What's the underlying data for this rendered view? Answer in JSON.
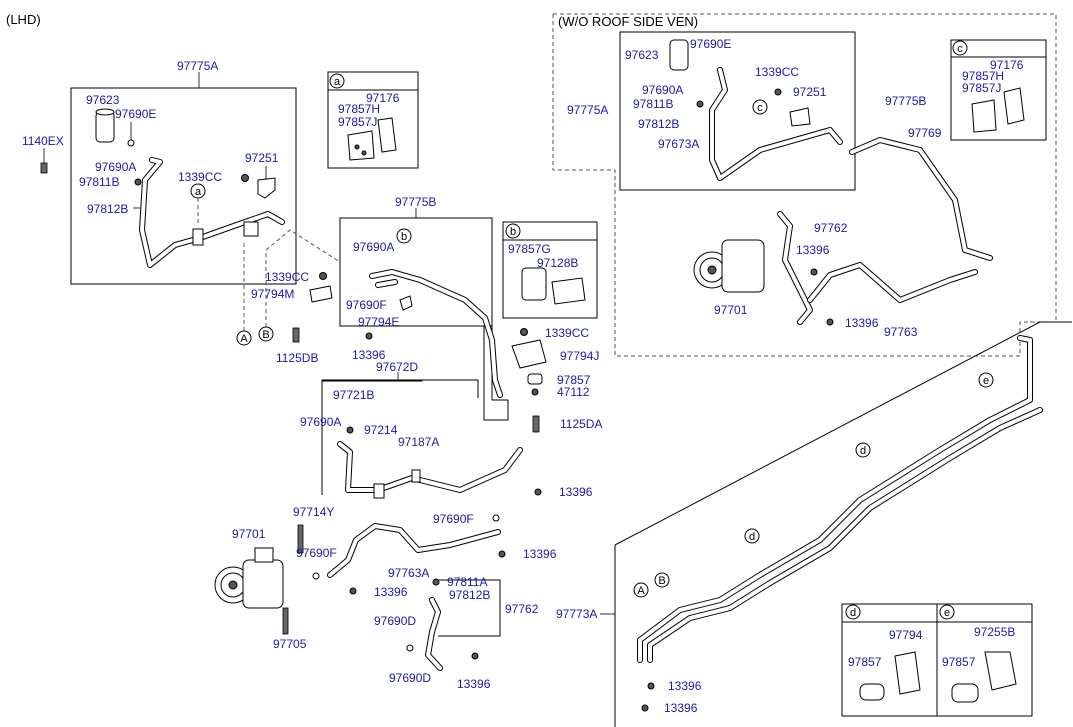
{
  "header": {
    "lhd": "(LHD)",
    "wo_roof": "(W/O ROOF SIDE VEN)"
  },
  "callouts": {
    "a": "a",
    "b": "b",
    "c": "c",
    "d": "d",
    "e": "e",
    "A": "A",
    "B": "B"
  },
  "labels": {
    "p97775A_left": "97775A",
    "p97623_left": "97623",
    "p97690E_left": "97690E",
    "p1140EX": "1140EX",
    "p97690A_left": "97690A",
    "p97811B_left": "97811B",
    "p97812B_left": "97812B",
    "p1339CC_top": "1339CC",
    "p97251_left": "97251",
    "p97176_a": "97176",
    "p97857H_a": "97857H",
    "p97857J_a": "97857J",
    "p97775B_mid": "97775B",
    "p97690A_mid": "97690A",
    "p97690F_mid": "97690F",
    "p97794E": "97794E",
    "p97857G": "97857G",
    "p97128B": "97128B",
    "p1339CC_left": "1339CC",
    "p97794M": "97794M",
    "p1125DB": "1125DB",
    "p13396_mid": "13396",
    "p1339CC_right": "1339CC",
    "p97794J": "97794J",
    "p97857_mid": "97857",
    "p47112": "47112",
    "p1125DA": "1125DA",
    "p97672D": "97672D",
    "p97721B": "97721B",
    "p97690A_low": "97690A",
    "p97214": "97214",
    "p97187A": "97187A",
    "p13396_r1": "13396",
    "p97690F_low": "97690F",
    "p13396_r2": "13396",
    "p97701_left": "97701",
    "p97714Y": "97714Y",
    "p97690F_comp": "97690F",
    "p97763A": "97763A",
    "p13396_comp": "13396",
    "p97811A": "97811A",
    "p97812B_low": "97812B",
    "p97762_left": "97762",
    "p97690D_1": "97690D",
    "p97705": "97705",
    "p97690D_2": "97690D",
    "p13396_bot": "13396",
    "p97623_right": "97623",
    "p97690E_right": "97690E",
    "p97775A_right": "97775A",
    "p1339CC_ins": "1339CC",
    "p97251_right": "97251",
    "p97690A_right": "97690A",
    "p97811B_right": "97811B",
    "p97812B_right": "97812B",
    "p97673A": "97673A",
    "p97176_c": "97176",
    "p97857H_c": "97857H",
    "p97857J_c": "97857J",
    "p97775B_right": "97775B",
    "p97769": "97769",
    "p97762_right": "97762",
    "p13396_ins1": "13396",
    "p97701_right": "97701",
    "p13396_ins2": "13396",
    "p97763": "97763",
    "p97773A": "97773A",
    "p13396_br1": "13396",
    "p13396_br2": "13396",
    "p97794_d": "97794",
    "p97857_d": "97857",
    "p97255B_e": "97255B",
    "p97857_e": "97857"
  }
}
